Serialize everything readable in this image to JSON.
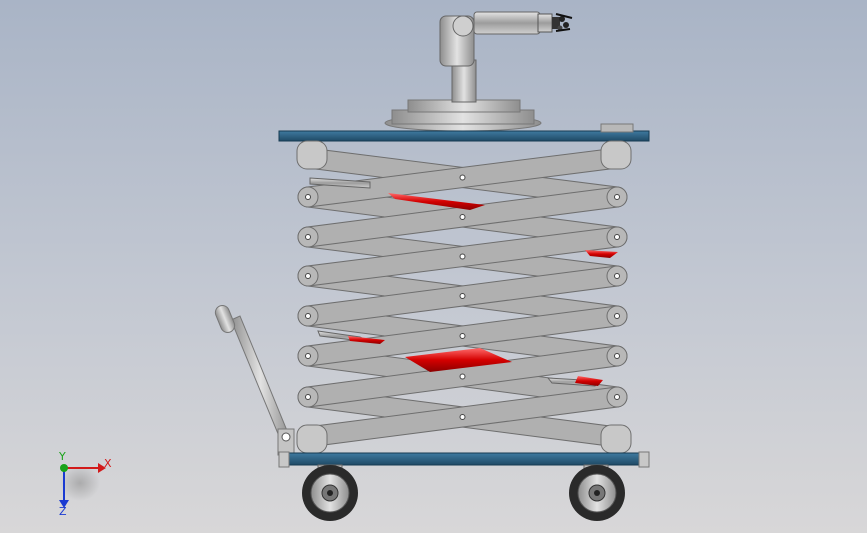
{
  "viewport": {
    "background_top": "#a9b4c6",
    "background_bottom": "#d8d7d8"
  },
  "model": {
    "platform_color": "#2d5f7f",
    "arm_color": "#a9a9a9",
    "cylinder_color": "#d40000",
    "wheel_color": "#2a2a2a"
  },
  "triad": {
    "x_label": "X",
    "y_label": "Y",
    "z_label": "Z",
    "x_color": "#d21a1a",
    "y_color": "#1aa31a",
    "z_color": "#1a3ad2"
  }
}
